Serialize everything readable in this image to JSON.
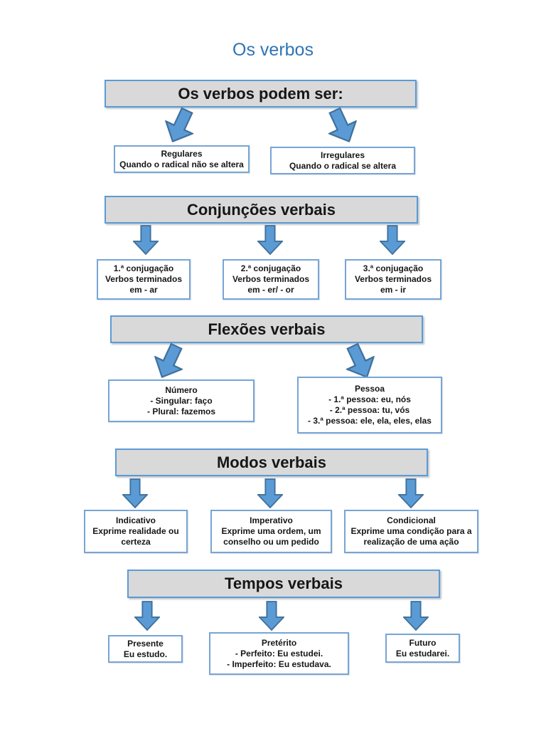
{
  "title": "Os verbos",
  "colors": {
    "accent_blue": "#5B9BD5",
    "arrow_outline": "#41719C",
    "header_fill": "#D9D9D9",
    "title_blue": "#2E74B5",
    "box_border": "#76A5D5"
  },
  "sections": [
    {
      "header": "Os verbos podem ser:",
      "boxes": [
        {
          "lines": [
            "Regulares",
            "Quando o radical não se altera"
          ]
        },
        {
          "lines": [
            "Irregulares",
            "Quando o radical se altera"
          ]
        }
      ]
    },
    {
      "header": "Conjunções verbais",
      "boxes": [
        {
          "lines": [
            "1.ª conjugação",
            "Verbos terminados",
            "em - ar"
          ]
        },
        {
          "lines": [
            "2.ª conjugação",
            "Verbos terminados",
            "em - er/ - or"
          ]
        },
        {
          "lines": [
            "3.ª conjugação",
            "Verbos terminados",
            "em - ir"
          ]
        }
      ]
    },
    {
      "header": "Flexões verbais",
      "boxes": [
        {
          "lines": [
            "Número",
            "- Singular: faço",
            "- Plural: fazemos"
          ]
        },
        {
          "lines": [
            "Pessoa",
            "- 1.ª pessoa: eu, nós",
            "- 2.ª pessoa: tu, vós",
            "- 3.ª pessoa: ele, ela, eles, elas"
          ]
        }
      ]
    },
    {
      "header": "Modos verbais",
      "boxes": [
        {
          "lines": [
            "Indicativo",
            "Exprime realidade ou certeza"
          ]
        },
        {
          "lines": [
            "Imperativo",
            "Exprime uma ordem, um conselho ou um pedido"
          ]
        },
        {
          "lines": [
            "Condicional",
            "Exprime uma condição para a realização de uma ação"
          ]
        }
      ]
    },
    {
      "header": "Tempos verbais",
      "boxes": [
        {
          "lines": [
            "Presente",
            "Eu estudo."
          ]
        },
        {
          "lines": [
            "Pretérito",
            "- Perfeito: Eu estudei.",
            "- Imperfeito: Eu estudava."
          ]
        },
        {
          "lines": [
            "Futuro",
            "Eu estudarei."
          ]
        }
      ]
    }
  ]
}
